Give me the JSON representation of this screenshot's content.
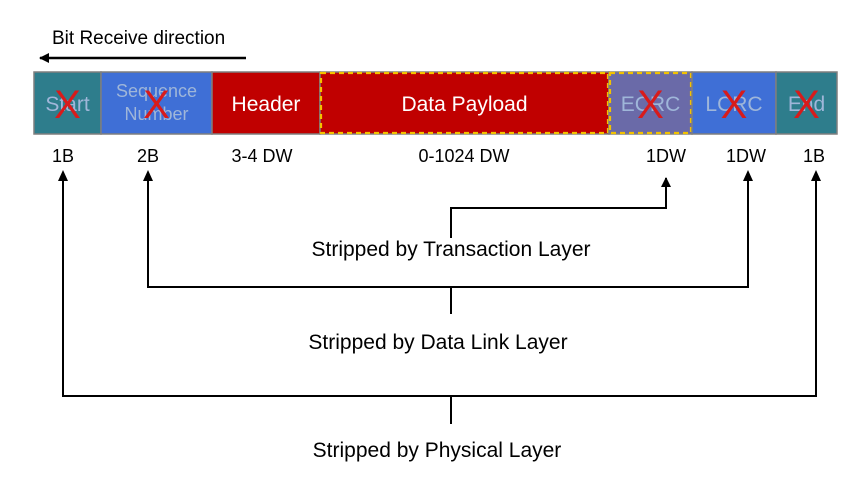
{
  "direction_label": "Bit Receive direction",
  "colors": {
    "teal": "#2e7d8c",
    "blue": "#3f6fd6",
    "red": "#c00000",
    "purple": "#6a6aa8",
    "field_border": "#7f7f7f",
    "dashed_border": "#f2c200",
    "x_mark": "#d81b1b",
    "faded_text": "#9fb6d9",
    "text": "#000000"
  },
  "fields": [
    {
      "key": "start",
      "lines": [
        "Start"
      ],
      "size": "1B",
      "color": "teal",
      "stripped": true
    },
    {
      "key": "sequence",
      "lines": [
        "Sequence",
        "Number"
      ],
      "size": "2B",
      "color": "blue",
      "stripped": true
    },
    {
      "key": "header",
      "lines": [
        "Header"
      ],
      "size": "3-4 DW",
      "color": "red",
      "stripped": false
    },
    {
      "key": "payload",
      "lines": [
        "Data Payload"
      ],
      "size": "0-1024 DW",
      "color": "red",
      "stripped": false,
      "dashed": true
    },
    {
      "key": "ecrc",
      "lines": [
        "ECRC"
      ],
      "size": "1DW",
      "color": "purple",
      "stripped": true,
      "dashed": true
    },
    {
      "key": "lcrc",
      "lines": [
        "LCRC"
      ],
      "size": "1DW",
      "color": "blue",
      "stripped": true
    },
    {
      "key": "end",
      "lines": [
        "End"
      ],
      "size": "1B",
      "color": "teal",
      "stripped": true
    }
  ],
  "x_mark": "X",
  "layers": {
    "transaction": "Stripped by Transaction Layer",
    "data_link": "Stripped by Data Link Layer",
    "physical": "Stripped by Physical Layer"
  }
}
